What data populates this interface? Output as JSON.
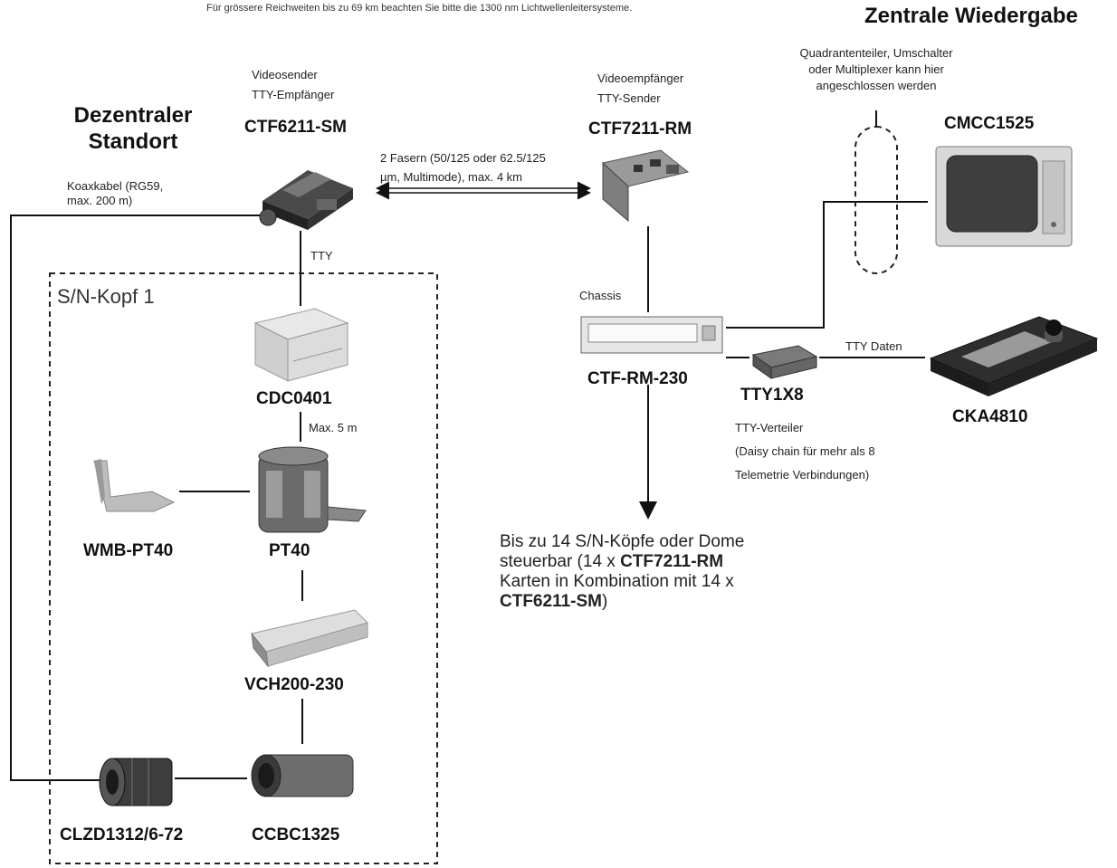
{
  "top_note": "Für grössere Reichweiten bis zu 69 km beachten Sie bitte die 1300 nm Lichtwellenleitersysteme.",
  "sections": {
    "central": "Zentrale Wiedergabe",
    "remote_line1": "Dezentraler",
    "remote_line2": "Standort"
  },
  "devices": {
    "ctf6211": {
      "label": "CTF6211-SM",
      "role1": "Videosender",
      "role2": "TTY-Empfänger"
    },
    "ctf7211": {
      "label": "CTF7211-RM",
      "role1": "Videoempfänger",
      "role2": "TTY-Sender"
    },
    "cmcc": {
      "label": "CMCC1525"
    },
    "chassis": {
      "label": "CTF-RM-230",
      "caption": "Chassis"
    },
    "tty1x8": {
      "label": "TTY1X8",
      "desc1": "TTY-Verteiler",
      "desc2": "(Daisy chain für mehr als 8",
      "desc3": "Telemetrie Verbindungen)"
    },
    "cka": {
      "label": "CKA4810"
    },
    "cdc": {
      "label": "CDC0401"
    },
    "pt40": {
      "label": "PT40"
    },
    "wmb": {
      "label": "WMB-PT40"
    },
    "vch": {
      "label": "VCH200-230"
    },
    "clzd": {
      "label": "CLZD1312/6-72"
    },
    "ccbc": {
      "label": "CCBC1325"
    }
  },
  "connections": {
    "fiber1": "2 Fasern (50/125 oder 62.5/125",
    "fiber2": "µm, Multimode), max. 4 km",
    "coax1": "Koaxkabel (RG59,",
    "coax2": "max. 200 m)",
    "tty": "TTY",
    "max5": "Max. 5 m",
    "tty_data": "TTY Daten"
  },
  "quad_note": {
    "line1": "Quadrantenteiler, Umschalter",
    "line2": "oder Multiplexer kann hier",
    "line3": "angeschlossen werden"
  },
  "group": {
    "label": "S/N-Kopf 1"
  },
  "bottom_note": {
    "p1": "Bis zu 14 S/N-Köpfe oder Dome",
    "p2": "steuerbar (14 x ",
    "b1": "CTF7211-RM",
    "p3": "Karten in Kombination mit 14 x",
    "b2": "CTF6211-SM",
    "p4": ")"
  }
}
